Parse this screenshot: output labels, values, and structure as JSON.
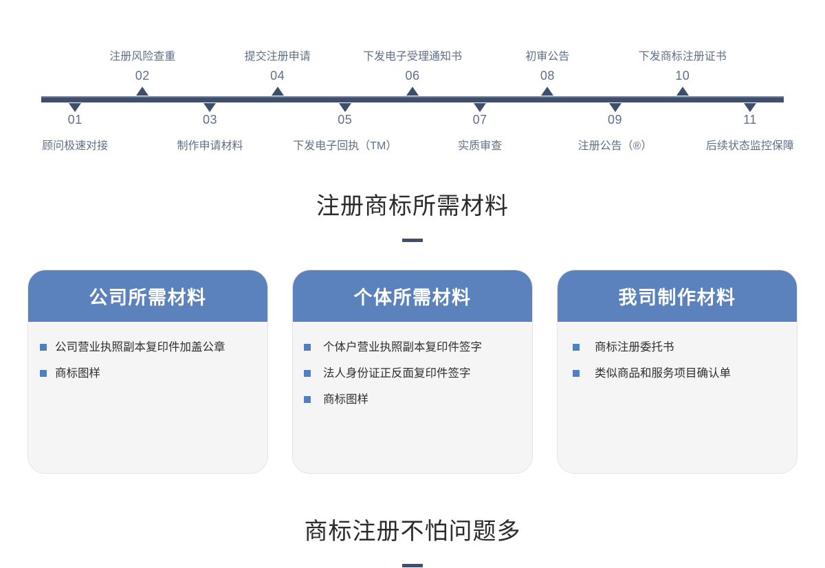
{
  "timeline": {
    "steps": [
      {
        "num": "01",
        "label": "顾问极速对接",
        "position": "below"
      },
      {
        "num": "02",
        "label": "注册风险查重",
        "position": "above"
      },
      {
        "num": "03",
        "label": "制作申请材料",
        "position": "below"
      },
      {
        "num": "04",
        "label": "提交注册申请",
        "position": "above"
      },
      {
        "num": "05",
        "label": "下发电子回执（TM）",
        "position": "below"
      },
      {
        "num": "06",
        "label": "下发电子受理通知书",
        "position": "above"
      },
      {
        "num": "07",
        "label": "实质审查",
        "position": "below"
      },
      {
        "num": "08",
        "label": "初审公告",
        "position": "above"
      },
      {
        "num": "09",
        "label": "注册公告（®）",
        "position": "below"
      },
      {
        "num": "10",
        "label": "下发商标注册证书",
        "position": "above"
      },
      {
        "num": "11",
        "label": "后续状态监控保障",
        "position": "below"
      }
    ]
  },
  "materials_section": {
    "title": "注册商标所需材料",
    "cards": [
      {
        "header": "公司所需材料",
        "items": [
          "公司营业执照副本复印件加盖公章",
          "商标图样"
        ]
      },
      {
        "header": "个体所需材料",
        "items": [
          "个体户营业执照副本复印件签字",
          "法人身份证正反面复印件签字",
          "商标图样"
        ]
      },
      {
        "header": "我司制作材料",
        "items": [
          "商标注册委托书",
          "类似商品和服务项目确认单"
        ]
      }
    ]
  },
  "bottom_section": {
    "title": "商标注册不怕问题多"
  },
  "colors": {
    "timeline_bar": "#3f4f6b",
    "timeline_text": "#5f6f88",
    "card_header_blue": "#5b82bd",
    "bullet_blue": "#4f7fc4",
    "card_body_bg": "#f5f5f5",
    "heading_text": "#2b2b2b",
    "dash": "#3f4f6b"
  }
}
